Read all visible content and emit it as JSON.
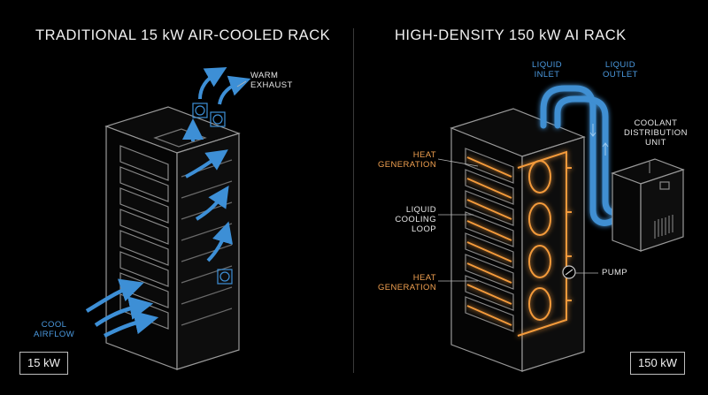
{
  "left_panel": {
    "title": "TRADITIONAL 15 kW AIR-COOLED RACK",
    "badge": "15 kW",
    "labels": {
      "warm_exhaust": [
        "WARM",
        "EXHAUST"
      ],
      "cool_airflow": [
        "COOL",
        "AIRFLOW"
      ]
    }
  },
  "right_panel": {
    "title": "HIGH-DENSITY 150 kW AI RACK",
    "badge": "150 kW",
    "labels": {
      "liquid_inlet": [
        "LIQUID",
        "INLET"
      ],
      "liquid_outlet": [
        "LIQUID",
        "OUTLET"
      ],
      "cdu": [
        "COOLANT",
        "DISTRIBUTION",
        "UNIT"
      ],
      "heat_generation_top": [
        "HEAT",
        "GENERATION"
      ],
      "liquid_cooling_loop": [
        "LIQUID",
        "COOLING",
        "LOOP"
      ],
      "heat_generation_bottom": [
        "HEAT",
        "GENERATION"
      ],
      "pump": "PUMP"
    }
  },
  "colors": {
    "background": "#000000",
    "line": "#9a9a9a",
    "air_blue": "#3d8fd6",
    "liquid_blue": "#3f8fd2",
    "heat_orange": "#f39a3a"
  }
}
